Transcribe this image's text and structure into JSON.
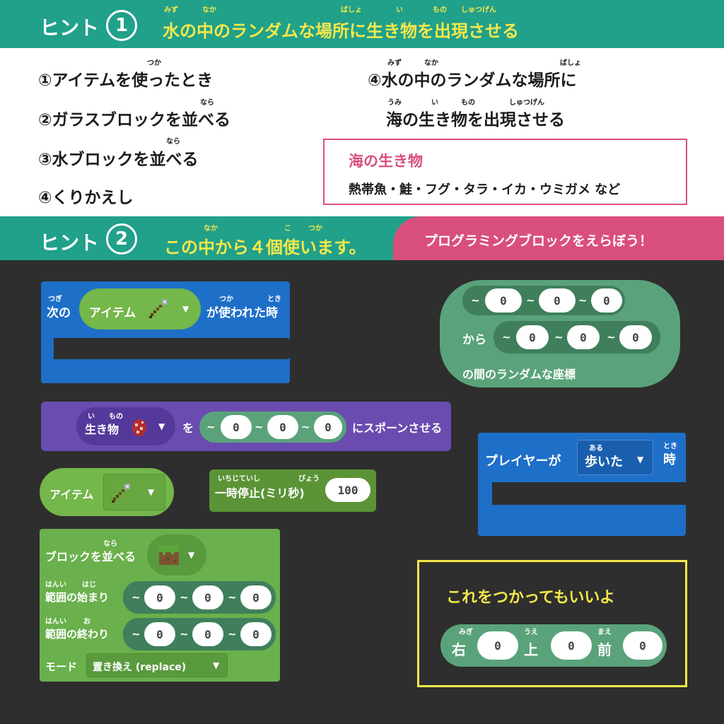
{
  "hint1": {
    "word": "ヒント",
    "number": "1",
    "title": "水の中のランダムな場所に生き物を出現させる",
    "ruby": [
      "みず",
      "なか",
      "ばしょ",
      "い",
      "もの",
      "しゅつげん"
    ]
  },
  "steps": {
    "s1": "①アイテムを使ったとき",
    "s1_ruby": "つか",
    "s2": "②ガラスブロックを並べる",
    "s2_ruby": "なら",
    "s3": "③水ブロックを並べる",
    "s3_ruby": "なら",
    "s4": "④くりかえし",
    "s5a": "④水の中のランダムな場所に",
    "s5a_ruby": [
      "みず",
      "なか",
      "ばしょ"
    ],
    "s5b": "海の生き物を出現させる",
    "s5b_ruby": [
      "うみ",
      "い",
      "もの",
      "しゅつげん"
    ]
  },
  "creatures": {
    "title": "海の生き物",
    "list": "熱帯魚・鮭・フグ・タラ・イカ・ウミガメ など"
  },
  "hint2": {
    "word": "ヒント",
    "number": "2",
    "title": "この中から４個使います。",
    "ruby": [
      "なか",
      "こ",
      "つか"
    ],
    "tab": "プログラミングブロックをえらぼう！"
  },
  "blocks": {
    "on_item": {
      "prefix": "次の",
      "prefix_ruby": "つぎ",
      "item": "アイテム",
      "suffix": "が使われた時",
      "ruby": [
        "つか",
        "とき"
      ]
    },
    "random_pos": {
      "from_label": "から",
      "between_label": "の間のランダムな座標",
      "values": [
        "0",
        "0",
        "0",
        "0",
        "0",
        "0"
      ],
      "tilde": "~"
    },
    "spawn": {
      "creature": "生き物",
      "creature_ruby": [
        "い",
        "もの"
      ],
      "wo": "を",
      "suffix": "にスポーンさせる",
      "values": [
        "0",
        "0",
        "0"
      ]
    },
    "item_reporter": {
      "label": "アイテム"
    },
    "pause": {
      "label": "一時停止(ミリ秒)",
      "ruby": [
        "いちじていし",
        "びょう"
      ],
      "value": "100"
    },
    "player_walk": {
      "label": "プレイヤーが",
      "dropdown": "歩いた",
      "dropdown_ruby": "ある",
      "suffix": "時",
      "suffix_ruby": "とき"
    },
    "fill_blocks": {
      "label": "ブロックを並べる",
      "label_ruby": "なら",
      "start_label": "範囲の始まり",
      "start_ruby": [
        "はんい",
        "はじ"
      ],
      "end_label": "範囲の終わり",
      "end_ruby": [
        "はんい",
        "お"
      ],
      "start_values": [
        "0",
        "0",
        "0"
      ],
      "end_values": [
        "0",
        "0",
        "0"
      ],
      "mode_label": "モード",
      "mode_value": "置き換え (replace)"
    },
    "may_use": {
      "title": "これをつかってもいいよ",
      "right": "右",
      "up": "上",
      "forward": "前",
      "ruby": [
        "みぎ",
        "うえ",
        "まえ"
      ],
      "values": [
        "0",
        "0",
        "0"
      ]
    }
  },
  "colors": {
    "teal": "#21a08a",
    "pink": "#d94f7b",
    "yellow": "#f4e84a",
    "event_blue": "#1e6fc8",
    "position_green": "#5aa37a",
    "mob_purple": "#6a4bb0",
    "item_green": "#74b74a",
    "block_green": "#6ab04c",
    "background": "#2e2e2e"
  },
  "icons": {
    "shovel": "shovel-icon",
    "spawn_egg": "spawn-egg-icon",
    "grass_block": "grass-block-icon",
    "dropdown": "chevron-down-icon"
  }
}
